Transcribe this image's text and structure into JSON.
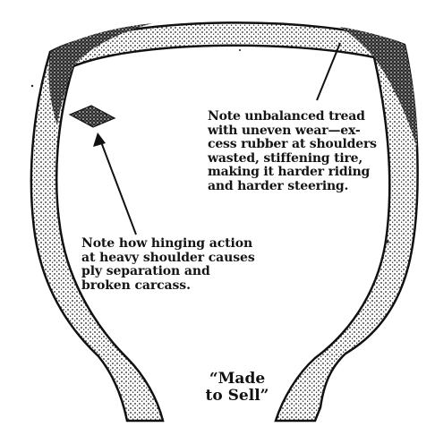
{
  "notes": {
    "tread": "Note unbalanced tread\nwith uneven wear—ex-\ncess rubber at shoulders\nwasted, stiffening tire,\nmaking it harder riding\nand harder steering.",
    "hinge": "Note how hinging action\nat heavy shoulder causes\nply separation and\nbroken carcass."
  },
  "caption": "“Made\nto Sell”",
  "colors": {
    "ink": "#141414",
    "paper": "#ffffff"
  }
}
